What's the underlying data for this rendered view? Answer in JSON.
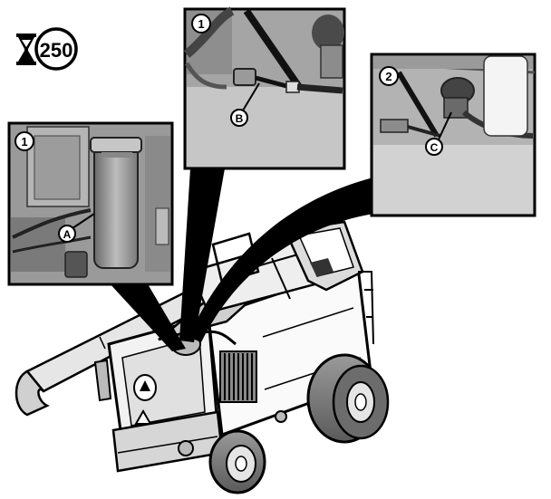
{
  "interval_badge": {
    "hours": "250",
    "icon": "hourglass-icon"
  },
  "callouts": {
    "left": {
      "number": "1",
      "letter": "A"
    },
    "middle": {
      "number": "1",
      "letter": "B"
    },
    "right": {
      "number": "2",
      "letter": "C"
    }
  },
  "colors": {
    "ink": "#000000",
    "paper": "#ffffff",
    "shade": "#8a8a8a",
    "light": "#c8c8c8"
  }
}
